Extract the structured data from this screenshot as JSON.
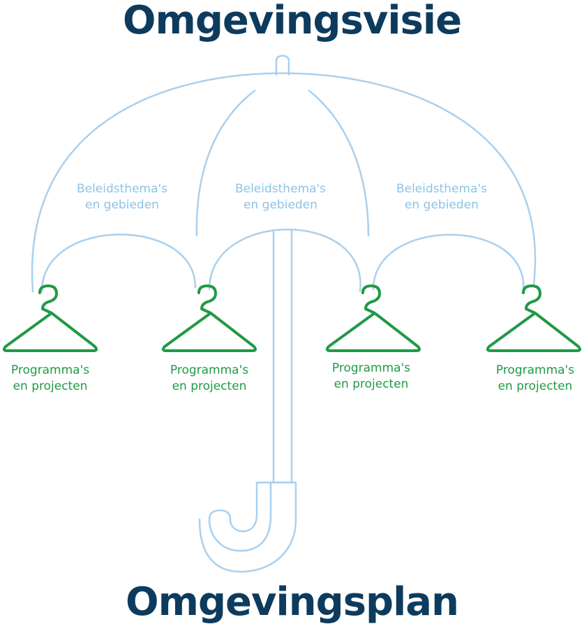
{
  "title_top": "Omgevingsvisie",
  "title_bottom": "Omgevingsplan",
  "colors": {
    "title": "#0d3b5e",
    "umbrella": "#a9d0ee",
    "label_blue": "#8cc3e6",
    "hanger": "#1f9a45"
  },
  "themes": [
    {
      "line1": "Beleidsthema's",
      "line2": "en gebieden"
    },
    {
      "line1": "Beleidsthema's",
      "line2": "en gebieden"
    },
    {
      "line1": "Beleidsthema's",
      "line2": "en gebieden"
    }
  ],
  "hangers": [
    {
      "line1": "Programma's",
      "line2": "en projecten"
    },
    {
      "line1": "Programma's",
      "line2": "en projecten"
    },
    {
      "line1": "Programma's",
      "line2": "en projecten"
    },
    {
      "line1": "Programma's",
      "line2": "en projecten"
    }
  ]
}
